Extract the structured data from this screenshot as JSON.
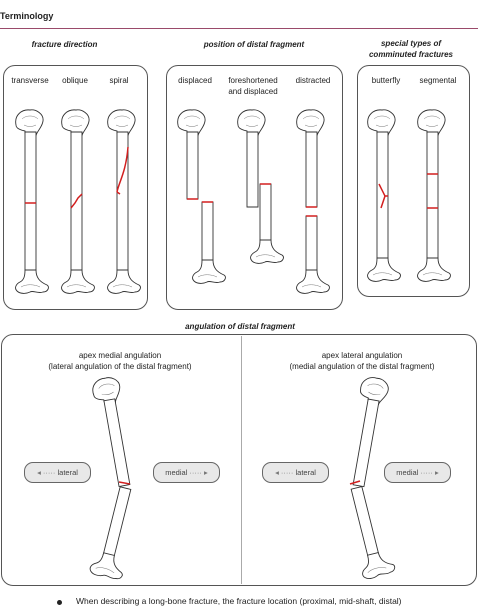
{
  "title": "Terminology",
  "groups": {
    "direction": {
      "heading": "fracture direction",
      "labels": [
        "transverse",
        "oblique",
        "spiral"
      ]
    },
    "position": {
      "heading": "position of distal fragment",
      "labels": [
        "displaced",
        "foreshortened\nand displaced",
        "distracted"
      ]
    },
    "special": {
      "heading": "special types of\ncomminuted fractures",
      "labels": [
        "butterfly",
        "segmental"
      ]
    }
  },
  "angulation": {
    "heading": "angulation of distal fragment",
    "medial": {
      "title": "apex medial angulation\n(lateral angulation of the distal fragment)",
      "left_pill": "lateral",
      "right_pill": "medial"
    },
    "lateral": {
      "title": "apex lateral angulation\n(medial angulation of the distal fragment)",
      "left_pill": "lateral",
      "right_pill": "medial"
    }
  },
  "bullet": "When describing a long-bone fracture, the fracture location (proximal, mid-shaft, distal)",
  "colors": {
    "fracture": "#d21f1f",
    "rule": "#9a4a6a",
    "pill_fill": "#e8e8e8"
  },
  "icons": {
    "arrow_left": "arrow-left-icon",
    "arrow_right": "arrow-right-icon",
    "bullet": "bullet-icon"
  }
}
